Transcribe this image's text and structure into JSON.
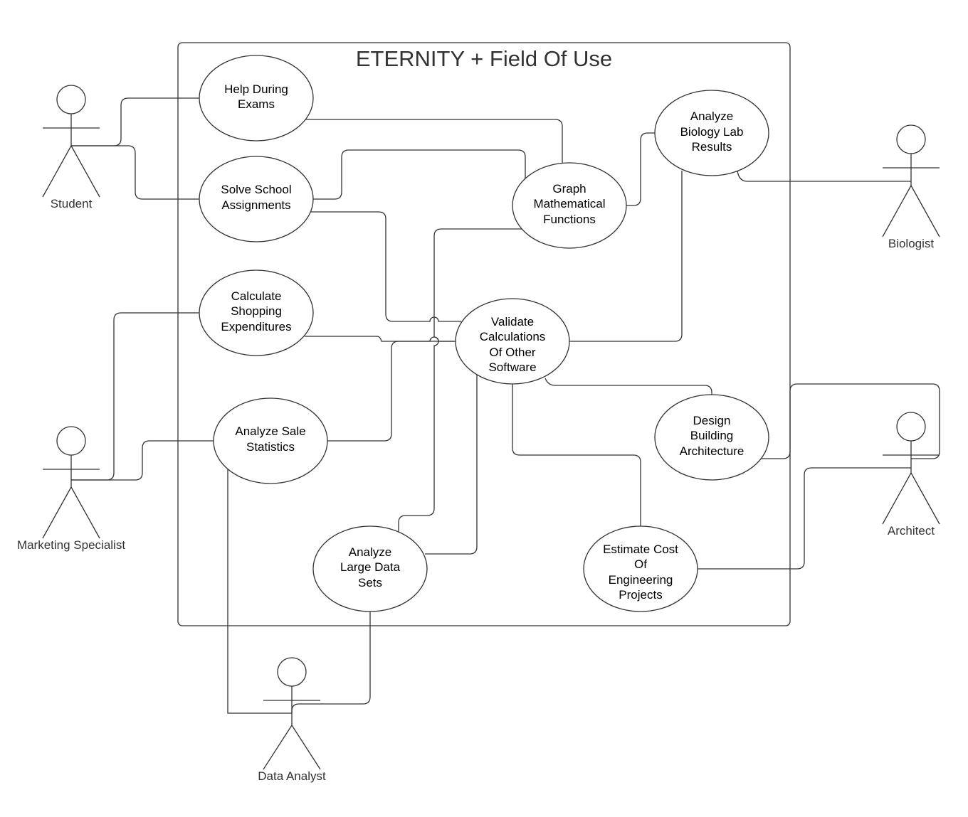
{
  "diagram": {
    "title": "ETERNITY + Field Of Use",
    "use_cases": {
      "help_exams": [
        "Help During",
        "Exams"
      ],
      "solve_school": [
        "Solve School",
        "Assignments"
      ],
      "calc_shopping": [
        "Calculate",
        "Shopping",
        "Expenditures"
      ],
      "analyze_sale": [
        "Analyze Sale",
        "Statistics"
      ],
      "analyze_large": [
        "Analyze",
        "Large Data",
        "Sets"
      ],
      "graph_math": [
        "Graph",
        "Mathematical",
        "Functions"
      ],
      "validate": [
        "Validate",
        "Calculations",
        "Of Other",
        "Software"
      ],
      "analyze_bio": [
        "Analyze",
        "Biology Lab",
        "Results"
      ],
      "design_building": [
        "Design",
        "Building",
        "Architecture"
      ],
      "estimate_cost": [
        "Estimate Cost",
        "Of",
        "Engineering",
        "Projects"
      ]
    },
    "actors": {
      "student": "Student",
      "marketing": "Marketing Specialist",
      "data_analyst": "Data Analyst",
      "biologist": "Biologist",
      "architect": "Architect"
    }
  }
}
